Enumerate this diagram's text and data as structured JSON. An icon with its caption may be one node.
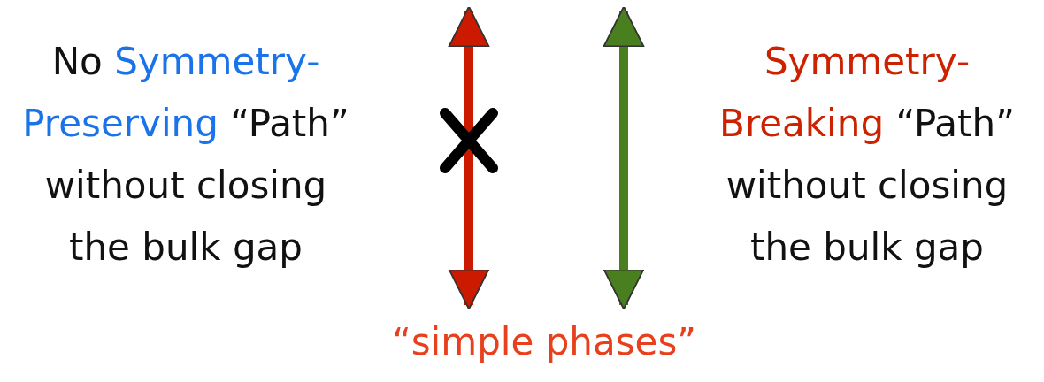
{
  "diagram": {
    "labels": [
      "No Symmetry-Preserving “Path” without closing the bulk gap",
      "Symmetry-Breaking “Path” without closing the bulk gap",
      "“simple phases”"
    ]
  }
}
